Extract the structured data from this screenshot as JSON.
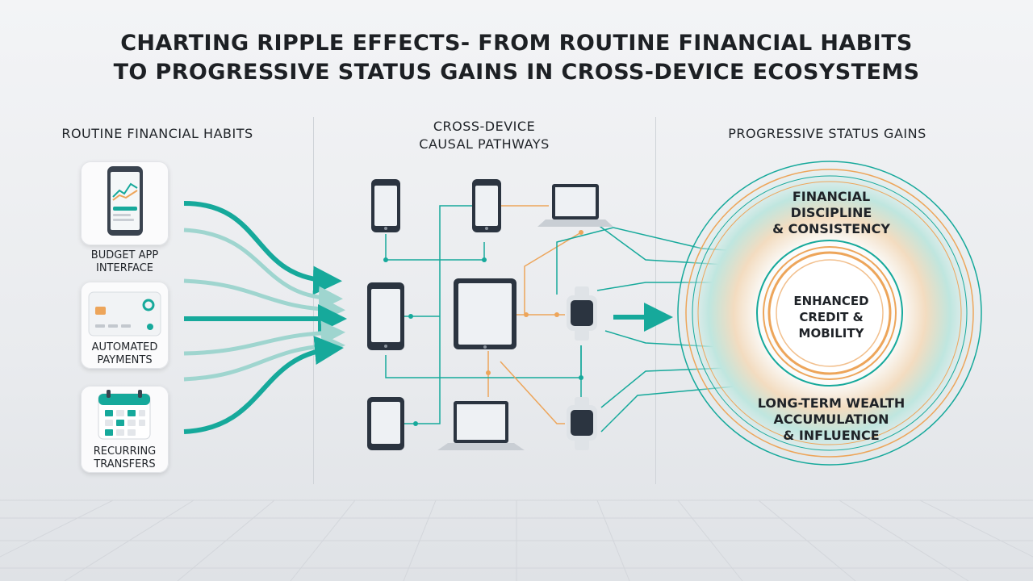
{
  "title": {
    "line1": "Charting Ripple Effects- From Routine Financial Habits",
    "line2": "to Progressive Status Gains in Cross-Device Ecosystems"
  },
  "columns": {
    "left": "Routine Financial Habits",
    "middle_line1": "Cross-Device",
    "middle_line2": "Causal Pathways",
    "right": "Progressive Status Gains"
  },
  "habits": [
    {
      "line1": "Budget App",
      "line2": "Interface",
      "icon": "budget-app-phone-icon"
    },
    {
      "line1": "Automated",
      "line2": "Payments",
      "icon": "payment-card-icon"
    },
    {
      "line1": "Recurring",
      "line2": "Transfers",
      "icon": "calendar-check-icon"
    }
  ],
  "devices": [
    "smartphone-icon",
    "tablet-icon",
    "laptop-icon",
    "smartwatch-icon"
  ],
  "rings": {
    "outer": {
      "line1": "Financial",
      "line2": "Discipline",
      "line3": "& Consistency"
    },
    "center": {
      "line1": "Enhanced",
      "line2": "Credit &",
      "line3": "Mobility"
    },
    "bottom": {
      "line1": "Long-Term Wealth",
      "line2": "Accumulation",
      "line3": "& Influence"
    }
  },
  "colors": {
    "teal": "#16a99b",
    "orange": "#eda55a",
    "dark": "#2b3440"
  }
}
